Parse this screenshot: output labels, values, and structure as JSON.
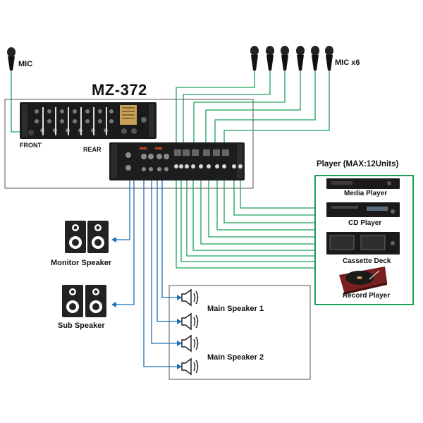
{
  "device": {
    "model": "MZ-372",
    "front_label": "FRONT",
    "rear_label": "REAR"
  },
  "mic_single": {
    "label": "MIC"
  },
  "mic_group": {
    "label": "MIC x6",
    "count": 6
  },
  "players": {
    "title": "Player (MAX:12Units)",
    "items": [
      {
        "label": "Media Player"
      },
      {
        "label": "CD Player"
      },
      {
        "label": "Cassette Deck"
      },
      {
        "label": "Record Player"
      }
    ]
  },
  "speakers": {
    "monitor": "Monitor Speaker",
    "sub": "Sub Speaker",
    "main1": "Main Speaker 1",
    "main2": "Main Speaker 2"
  },
  "colors": {
    "mic_line": "#1aa05a",
    "player_line": "#1aa05a",
    "speaker_line": "#1f6fb5",
    "frame": "#555555"
  }
}
